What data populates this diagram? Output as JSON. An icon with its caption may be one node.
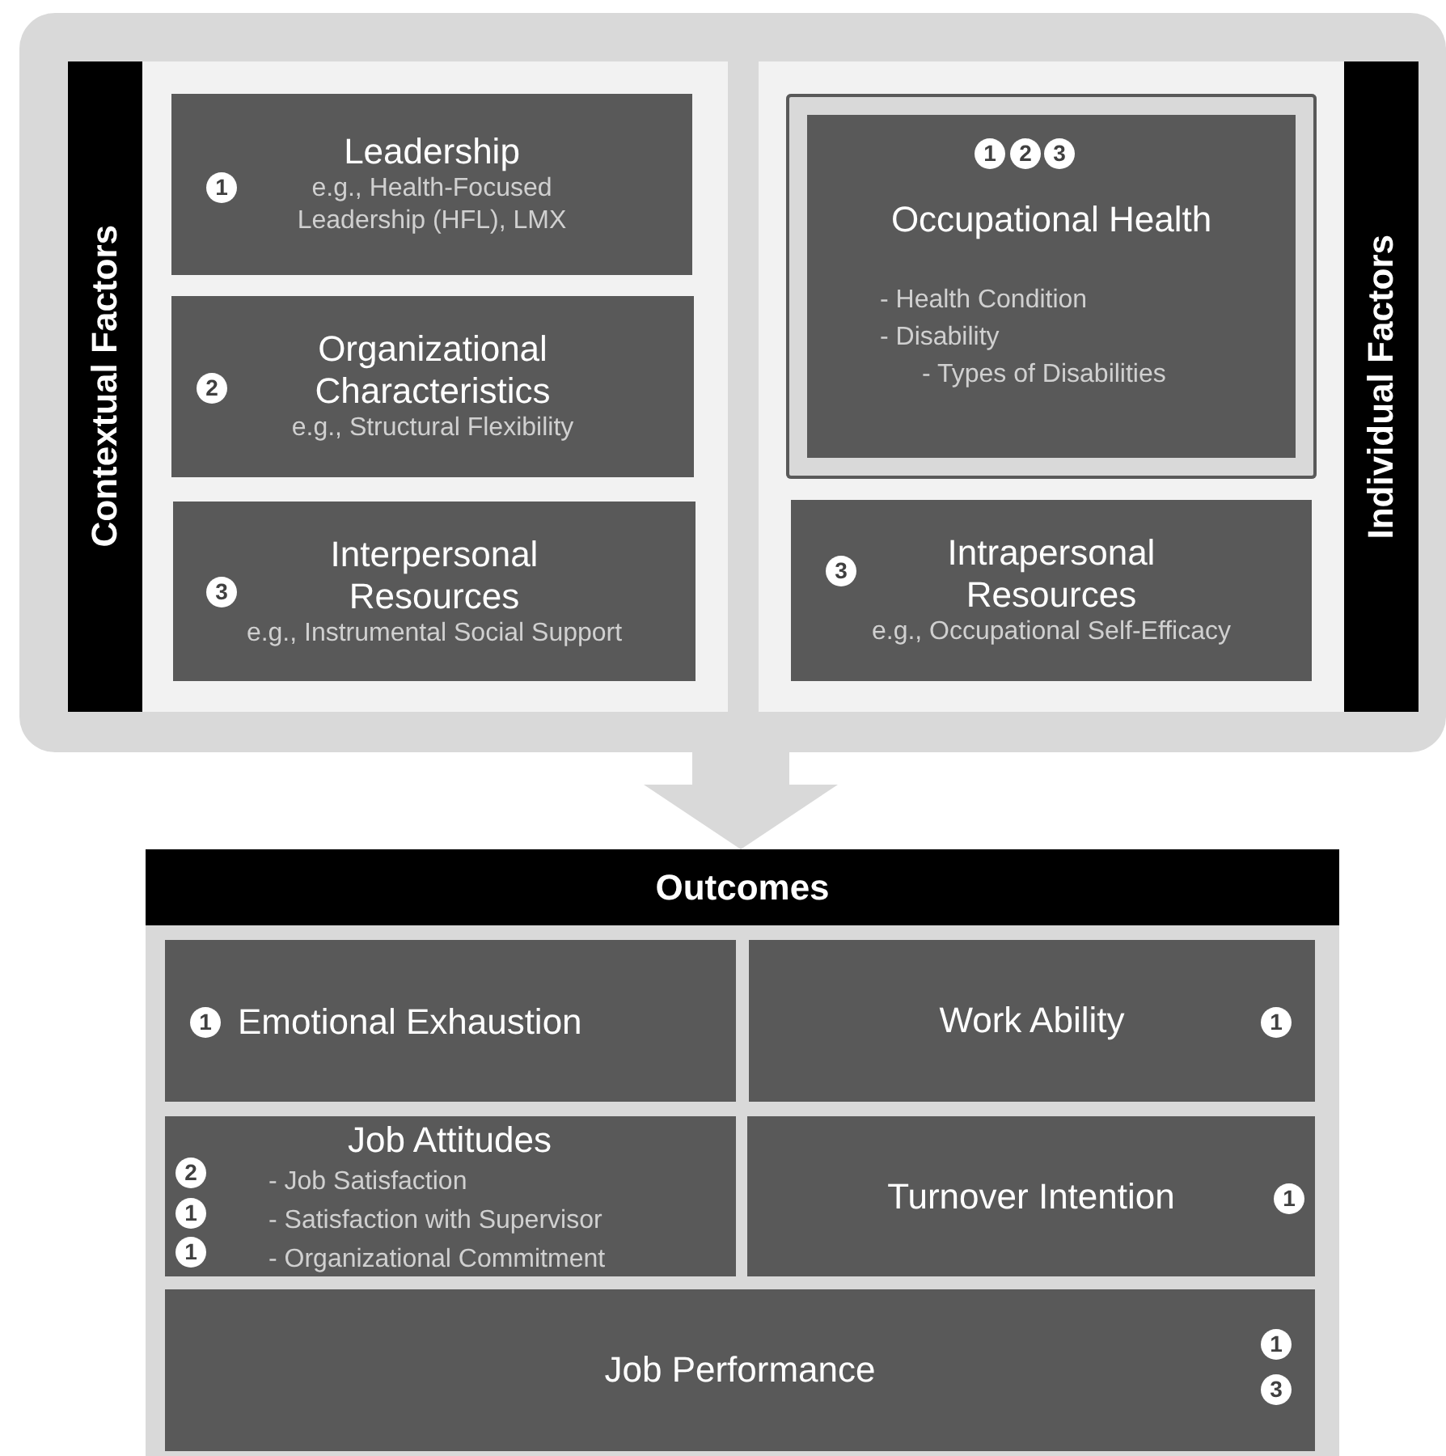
{
  "diagram": {
    "nodes": [
      {
        "text": [],
        "shape": "box"
      },
      {
        "text": [
          "Contextual Factors"
        ],
        "in": 0
      },
      {
        "text": [
          "1",
          "Leadership",
          "e.g., Health-Focused Leadership (HFL), LMX"
        ],
        "in": 1
      },
      {
        "text": [
          "2",
          "Organizational Characteristics",
          "e.g., Structural Flexibility"
        ],
        "in": 1
      },
      {
        "text": [
          "3",
          "Interpersonal Resources",
          "e.g., Instrumental Social Support"
        ],
        "in": 1
      },
      {
        "text": [
          "Individual Factors"
        ],
        "in": 0
      },
      {
        "text": [
          "1",
          "2",
          "3",
          "Occupational Health",
          "- Health Condition",
          "- Disability",
          "- Types of Disabilities"
        ],
        "in": 5
      },
      {
        "text": [
          "3",
          "Intrapersonal Resources",
          "e.g., Occupational Self-Efficacy"
        ],
        "in": 5
      },
      {
        "text": [
          "Outcomes"
        ]
      },
      {
        "text": [
          "1",
          "Emotional Exhaustion"
        ],
        "in": 8
      },
      {
        "text": [
          "Work Ability",
          "1"
        ],
        "in": 8
      },
      {
        "text": [
          "Job Attitudes",
          "2",
          "- Job Satisfaction",
          "1",
          "- Satisfaction with Supervisor",
          "1",
          "- Organizational Commitment"
        ],
        "in": 8
      },
      {
        "text": [
          "Turnover Intention",
          "1"
        ],
        "in": 8
      },
      {
        "text": [
          "Job Performance",
          "1",
          "3"
        ],
        "in": 8
      }
    ],
    "edges": [
      {
        "from": 0,
        "to": 8,
        "arrow": "to"
      }
    ]
  }
}
